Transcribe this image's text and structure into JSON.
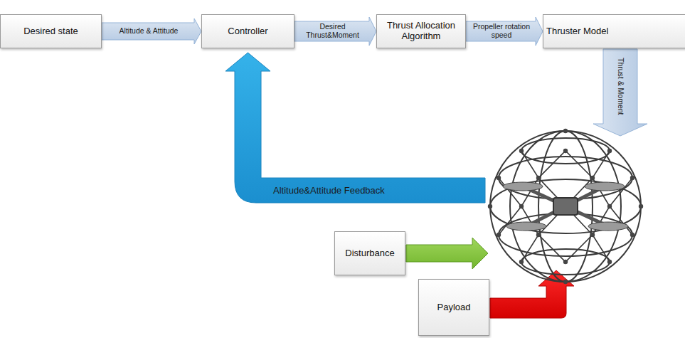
{
  "diagram": {
    "nodes": [
      {
        "text": [
          "Desired state"
        ]
      },
      {
        "text": [
          "Controller"
        ]
      },
      {
        "text": [
          "Thrust Allocation Algorithm"
        ]
      },
      {
        "text": [
          "Thruster Model"
        ]
      },
      {
        "text": [
          "Disturbance"
        ]
      },
      {
        "text": [
          "Payload"
        ]
      }
    ],
    "edges": [
      {
        "from": 0,
        "to": 1,
        "label": "Altitude & Attitude",
        "arrow": "to"
      },
      {
        "from": 1,
        "to": 2,
        "label": "Desired Thrust&Moment",
        "arrow": "to"
      },
      {
        "from": 2,
        "to": 3,
        "label": "Propeller rotation speed",
        "arrow": "to"
      }
    ],
    "labels": [
      "Thrust & Moment",
      "Altitude&Attitude Feedback"
    ]
  }
}
